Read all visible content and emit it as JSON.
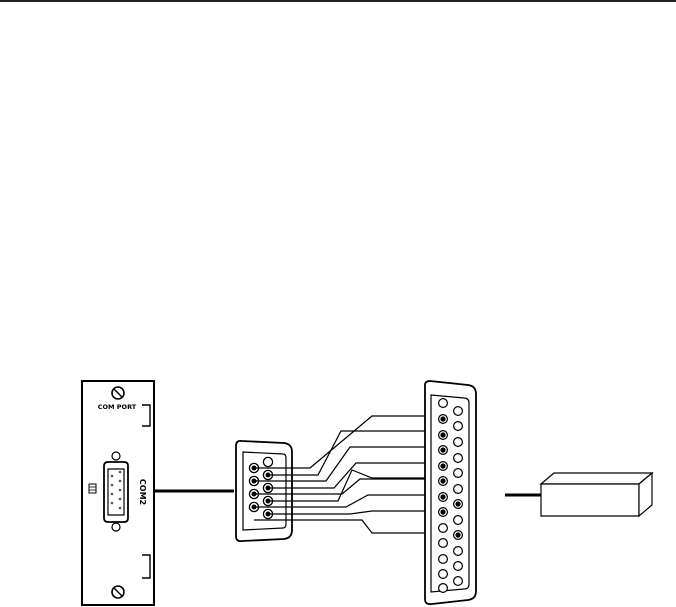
{
  "panel": {
    "title": "COM PORT",
    "port_label": "COM2"
  },
  "wiring": {
    "db9_signal_pins": [
      1,
      2,
      3,
      4,
      5,
      6,
      7,
      8,
      9
    ],
    "db25_signal_pins": [
      2,
      3,
      4,
      5,
      6,
      7,
      8,
      20,
      22
    ]
  },
  "icons": [
    "screw-icon",
    "db9-connector-icon",
    "db25-connector-icon",
    "device-box-icon"
  ]
}
